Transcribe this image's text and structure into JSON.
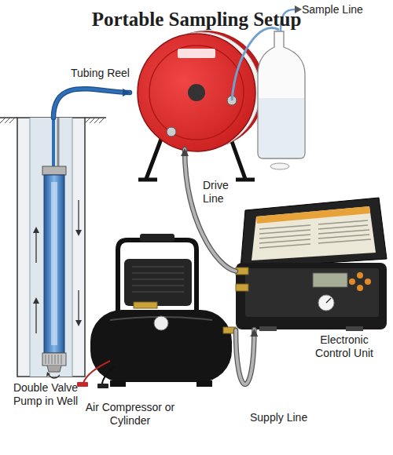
{
  "diagram": {
    "title": "Portable Sampling Setup",
    "nodes": [
      {
        "text": [
          "Double Valve Pump in Well"
        ]
      },
      {
        "text": [
          "Tubing Reel"
        ]
      },
      {
        "text": [
          "Electronic Control Unit"
        ]
      },
      {
        "text": [
          "Air Compressor or Cylinder"
        ]
      }
    ],
    "edges": [
      {
        "from": 0,
        "to": 1,
        "arrow": "to"
      },
      {
        "from": 2,
        "to": 1,
        "label": "Drive Line",
        "arrow": "to"
      },
      {
        "from": 3,
        "to": 2,
        "label": "Supply Line",
        "arrow": "to"
      }
    ],
    "labels": [
      "Sample Line"
    ]
  }
}
